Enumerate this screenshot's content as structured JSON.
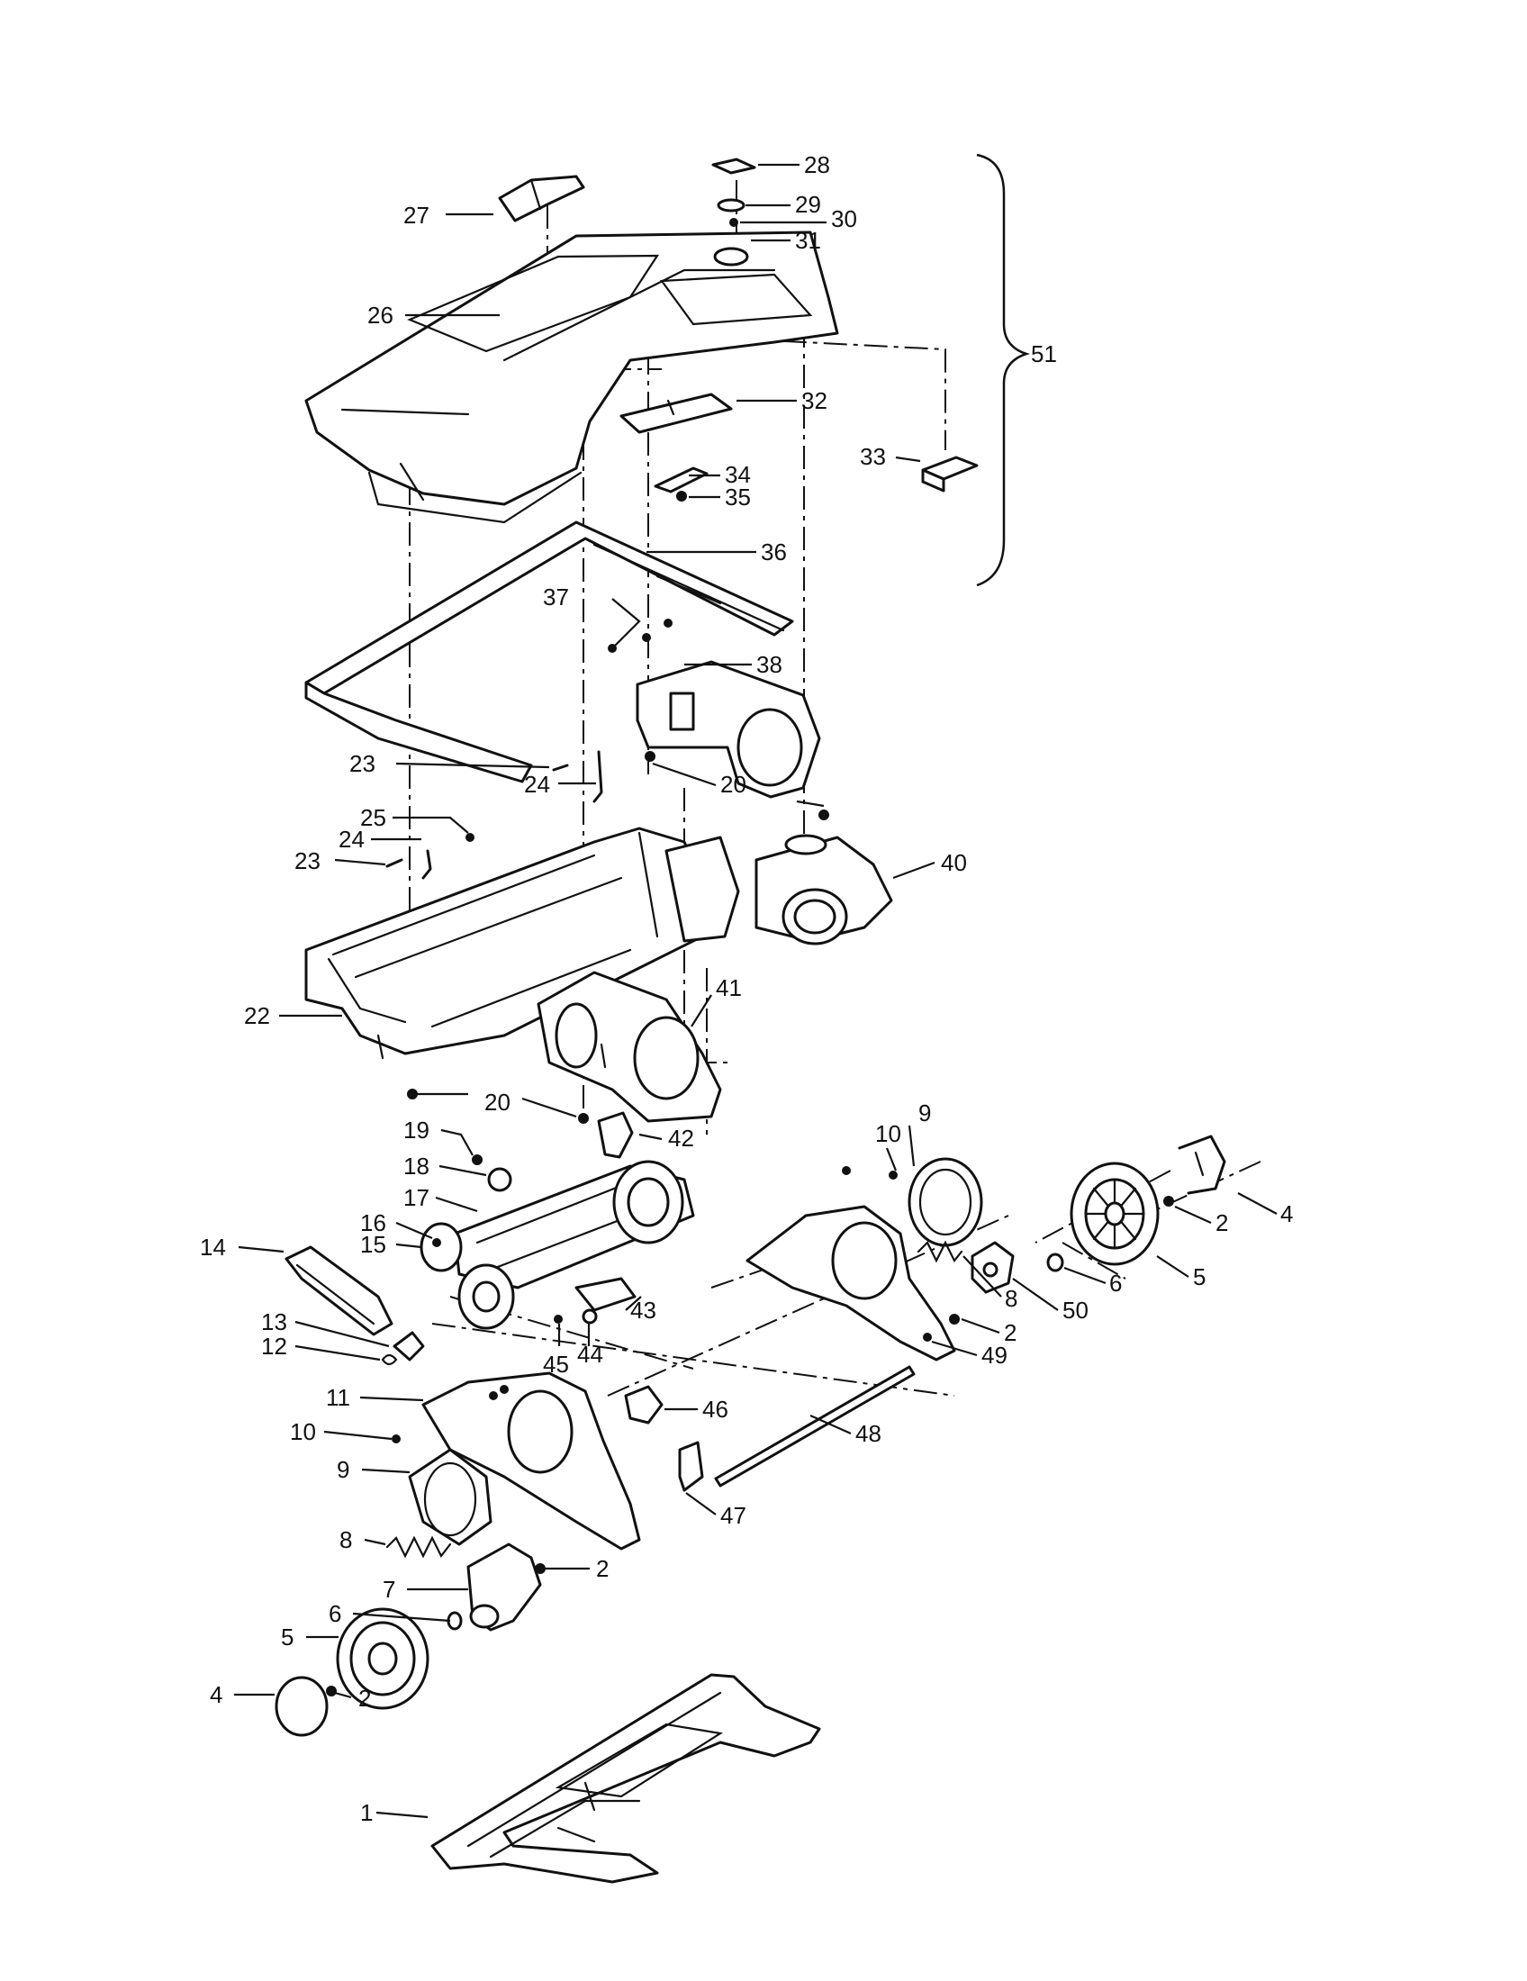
{
  "callouts": {
    "c1": "1",
    "c2a": "2",
    "c2b": "2",
    "c2c": "2",
    "c2d": "2",
    "c4a": "4",
    "c4b": "4",
    "c5a": "5",
    "c5b": "5",
    "c6a": "6",
    "c6b": "6",
    "c7": "7",
    "c8a": "8",
    "c8b": "8",
    "c9a": "9",
    "c9b": "9",
    "c10a": "10",
    "c10b": "10",
    "c11": "11",
    "c12": "12",
    "c13": "13",
    "c14": "14",
    "c15": "15",
    "c16": "16",
    "c17": "17",
    "c18": "18",
    "c19": "19",
    "c20a": "20",
    "c20b": "20",
    "c22": "22",
    "c23a": "23",
    "c23b": "23",
    "c24a": "24",
    "c24b": "24",
    "c25": "25",
    "c26": "26",
    "c27": "27",
    "c28": "28",
    "c29": "29",
    "c30": "30",
    "c31": "31",
    "c32": "32",
    "c33": "33",
    "c34": "34",
    "c35": "35",
    "c36": "36",
    "c37": "37",
    "c38": "38",
    "c40": "40",
    "c41": "41",
    "c42": "42",
    "c43": "43",
    "c44": "44",
    "c45": "45",
    "c46": "46",
    "c47": "47",
    "c48": "48",
    "c49": "49",
    "c50": "50",
    "c51": "51"
  }
}
